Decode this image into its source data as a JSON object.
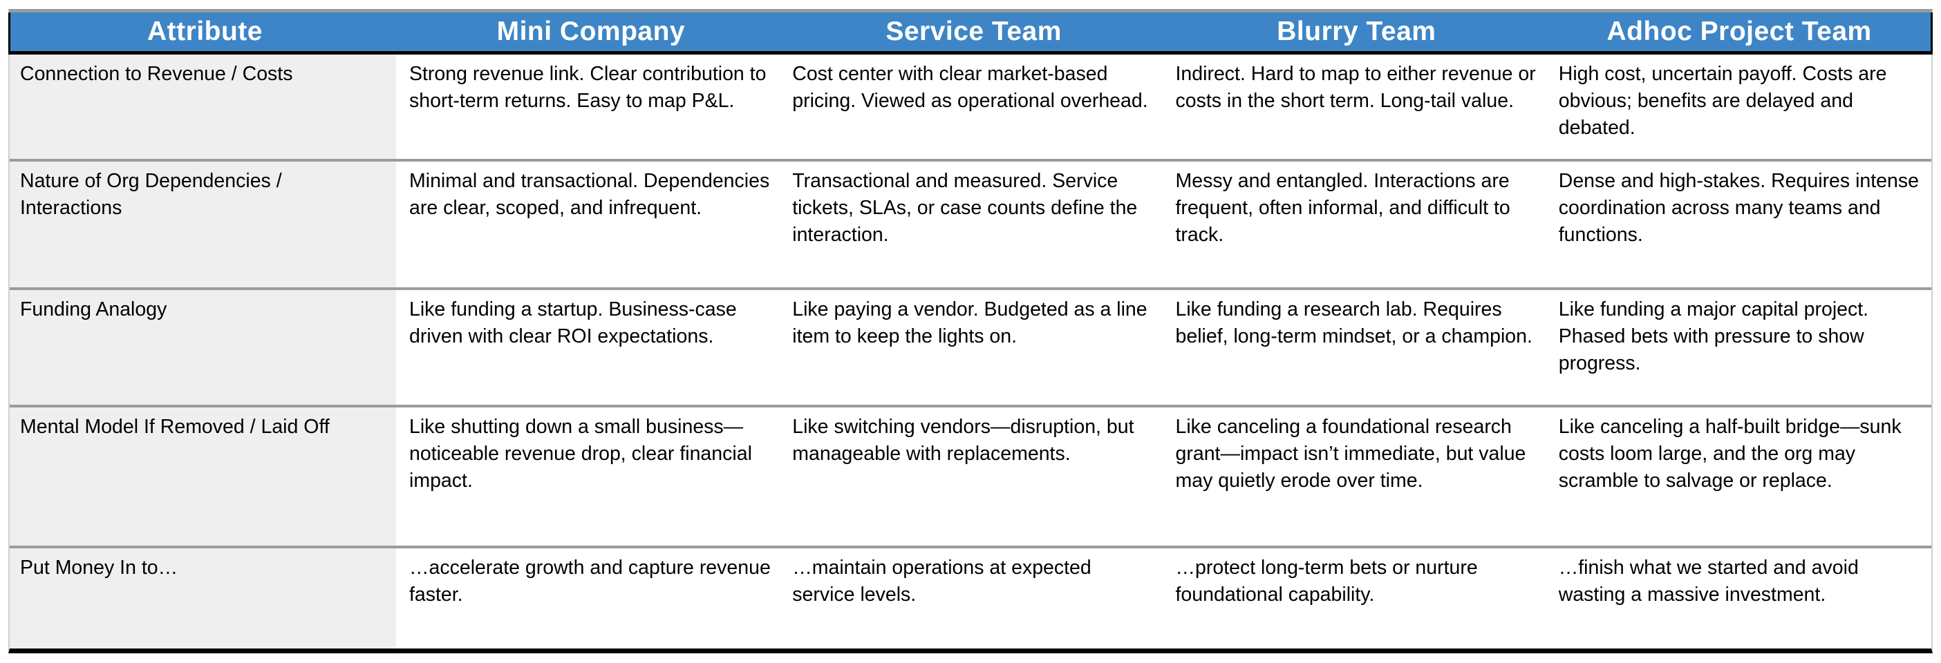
{
  "colors": {
    "header_bg": "#3d85c6",
    "header_text": "#ffffff",
    "attribute_column_bg": "#efefef",
    "row_divider": "#9b9b9b",
    "header_divider": "#000000"
  },
  "table": {
    "columns": [
      "Attribute",
      "Mini Company",
      "Service Team",
      "Blurry Team",
      "Adhoc Project Team"
    ],
    "rows": [
      {
        "attribute": "Connection to Revenue / Costs",
        "cells": [
          "Strong revenue link. Clear contribution to short-term returns. Easy to map P&L.",
          "Cost center with clear market-based pricing. Viewed as operational overhead.",
          "Indirect. Hard to map to either revenue or costs in the short term. Long-tail value.",
          "High cost, uncertain payoff. Costs are obvious; benefits are delayed and debated."
        ]
      },
      {
        "attribute": "Nature of Org Dependencies / Interactions",
        "cells": [
          "Minimal and transactional. Dependencies are clear, scoped, and infrequent.",
          "Transactional and measured. Service tickets, SLAs, or case counts define the interaction.",
          "Messy and entangled. Interactions are frequent, often informal, and difficult to track.",
          "Dense and high-stakes. Requires intense coordination across many teams and functions."
        ]
      },
      {
        "attribute": "Funding Analogy",
        "cells": [
          "Like funding a startup. Business-case driven with clear ROI expectations.",
          "Like paying a vendor. Budgeted as a line item to keep the lights on.",
          "Like funding a research lab. Requires belief, long-term mindset, or a champion.",
          "Like funding a major capital project. Phased bets with pressure to show progress."
        ]
      },
      {
        "attribute": "Mental Model If Removed / Laid Off",
        "cells": [
          "Like shutting down a small business—noticeable revenue drop, clear financial impact.",
          "Like switching vendors—disruption, but manageable with replacements.",
          "Like canceling a foundational research grant—impact isn’t immediate, but value may quietly erode over time.",
          "Like canceling a half-built bridge—sunk costs loom large, and the org may scramble to salvage or replace."
        ]
      },
      {
        "attribute": "Put Money In to…",
        "cells": [
          "…accelerate growth and capture revenue faster.",
          "…maintain operations at expected service levels.",
          "…protect long-term bets or nurture foundational capability.",
          "…finish what we started and avoid wasting a massive investment."
        ]
      }
    ]
  }
}
